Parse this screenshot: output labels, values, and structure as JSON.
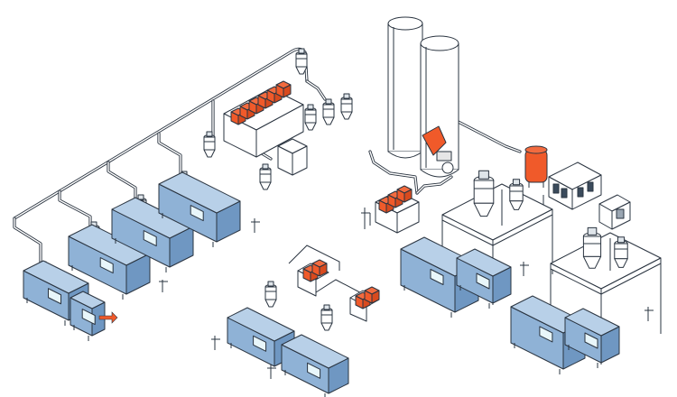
{
  "colors": {
    "machine_top": "#b8d0e8",
    "machine_side": "#8fb2d6",
    "machine_front": "#6f97c2",
    "screen": "#e8f6fa",
    "hopper_orange": "#f05a2a",
    "outline": "#2a3440",
    "frame": "#ffffff",
    "background": "#ffffff"
  },
  "scene": {
    "injection_machines": 11,
    "storage_silos": 2,
    "dryer_racks": 4,
    "steel_platforms": 2
  },
  "icons": [
    "silo-icon",
    "injection-machine-icon",
    "hopper-dryer-icon",
    "vacuum-loader-icon",
    "chiller-icon",
    "pipe-icon"
  ]
}
